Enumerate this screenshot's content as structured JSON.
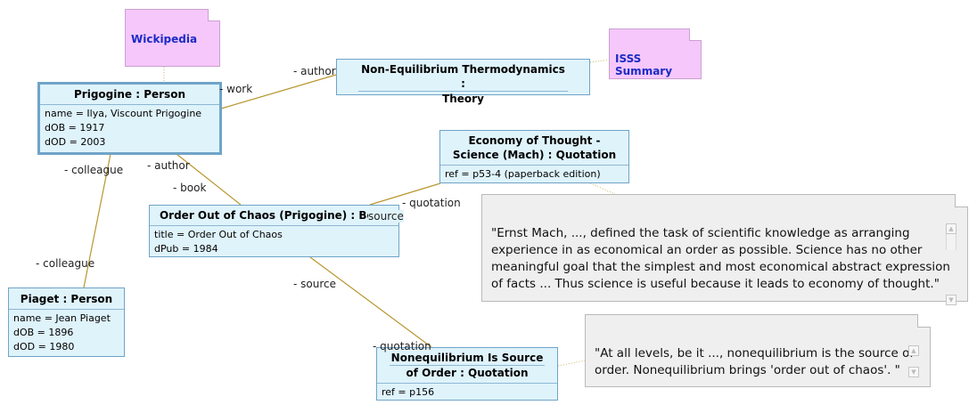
{
  "objects": {
    "prigogine": {
      "title": "Prigogine : Person",
      "attrs": [
        "name = Ilya, Viscount Prigogine",
        "dOB = 1917",
        "dOD = 2003"
      ]
    },
    "piaget": {
      "title": "Piaget : Person",
      "attrs": [
        "name = Jean Piaget",
        "dOB = 1896",
        "dOD = 1980"
      ]
    },
    "theory": {
      "title_line1": "Non-Equilibrium Thermodynamics :",
      "title_line2": "Theory"
    },
    "book": {
      "title": "Order Out of Chaos (Prigogine) : Book",
      "attrs": [
        "title = Order Out of Chaos",
        "dPub = 1984"
      ]
    },
    "mach_quote": {
      "title_line1": "Economy of Thought -",
      "title_line2": "Science (Mach) : Quotation",
      "attrs": [
        "ref = p53-4 (paperback edition)"
      ]
    },
    "order_quote": {
      "title_line1": "Nonequilibrium Is Source",
      "title_line2": "of Order : Quotation",
      "attrs": [
        "ref = p156"
      ]
    }
  },
  "notes": {
    "wikipedia": "Wickipedia",
    "isss": "ISSS Summary"
  },
  "comments": {
    "mach": [
      "\"Ernst Mach, ..., defined the task of scientific knowledge as arranging",
      "experience in as economical an order as possible. Science has no other",
      "meaningful goal that the simplest and most economical abstract expression",
      "of facts ... Thus science is useful because it leads to economy of thought.\""
    ],
    "order": [
      "\"At all levels, be it ..., nonequilibrium is the source of",
      "order. Nonequilibrium brings 'order out of chaos'. \""
    ]
  },
  "roles": {
    "author_theory": "- author",
    "work": "- work",
    "colleague_top": "- colleague",
    "colleague_bottom": "- colleague",
    "author_book": "- author",
    "book": "- book",
    "source_mach": "source",
    "quotation_mach": "- quotation",
    "source_order": "- source",
    "quotation_order": "- quotation"
  },
  "colors": {
    "link": "#b8962e",
    "note_link": "#c8b46a",
    "object_fill": "#dff3fb",
    "object_border": "#6fa4c8",
    "note_fill": "#f6c7fb",
    "comment_fill": "#efefef"
  }
}
